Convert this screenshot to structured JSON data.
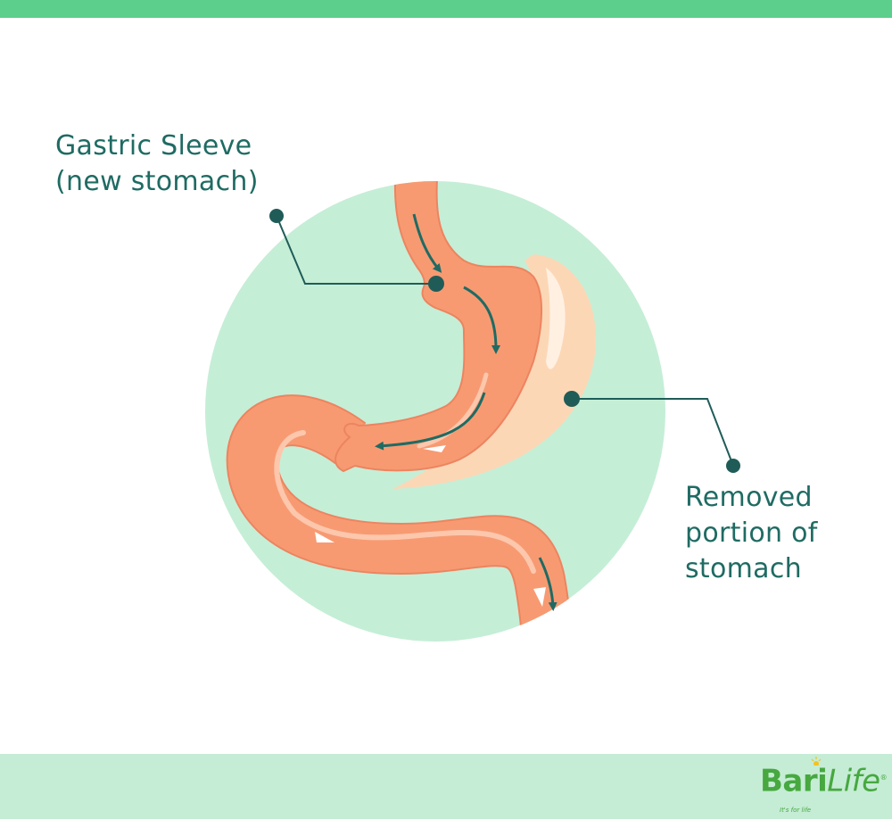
{
  "labels": {
    "sleeve": [
      "Gastric Sleeve",
      "(new stomach)"
    ],
    "removed": [
      "Removed",
      "portion of",
      "stomach"
    ]
  },
  "logo": {
    "word_first": "Bari",
    "word_second": "Life",
    "registered": "®",
    "tagline": "It's for life"
  },
  "colors": {
    "top_bar": "#5ccf8c",
    "bottom_band": "#c5ecd5",
    "circle": "#c5eed6",
    "stomach": "#f79a72",
    "stomach_outline": "#ed8460",
    "stomach_highlight": "#fcc7ac",
    "removed": "#fcd7b6",
    "removed_highlight": "#fff0e2",
    "label_text": "#1f6b63",
    "callout_line": "#1f5c58",
    "flow_arrow": "#1f6b63",
    "logo_green": "#46a83f",
    "logo_sun": "#f4c21b"
  }
}
